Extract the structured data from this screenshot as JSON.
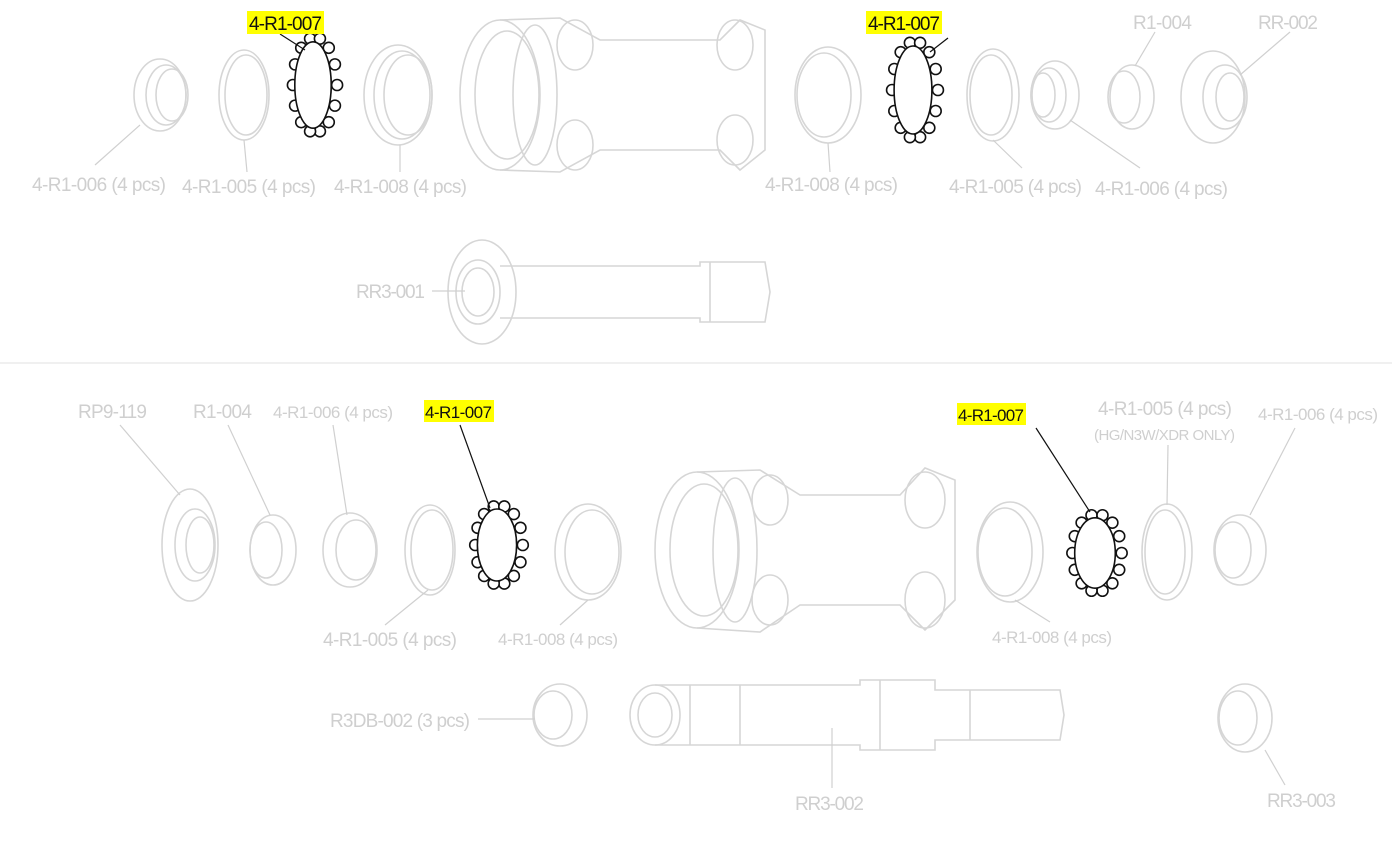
{
  "highlight_color": "#ffff00",
  "top_assembly": {
    "highlighted": [
      "4-R1-007",
      "4-R1-007"
    ],
    "labels": {
      "r1_004": "R1-004",
      "rr_002": "RR-002",
      "left_006": "4-R1-006 (4 pcs)",
      "left_005": "4-R1-005 (4 pcs)",
      "left_008": "4-R1-008 (4 pcs)",
      "right_008": "4-R1-008 (4 pcs)",
      "right_005": "4-R1-005 (4 pcs)",
      "right_006": "4-R1-006 (4 pcs)",
      "axle": "RR3-001"
    }
  },
  "bottom_assembly": {
    "highlighted": [
      "4-R1-007",
      "4-R1-007"
    ],
    "labels": {
      "rp9_119": "RP9-119",
      "r1_004": "R1-004",
      "left_006": "4-R1-006 (4 pcs)",
      "right_005": "4-R1-005 (4 pcs)",
      "right_005_note": "(HG/N3W/XDR ONLY)",
      "right_006": "4-R1-006 (4 pcs)",
      "left_005": "4-R1-005 (4 pcs)",
      "left_008": "4-R1-008 (4 pcs)",
      "right_008": "4-R1-008 (4 pcs)",
      "r3db_002": "R3DB-002 (3 pcs)",
      "axle": "RR3-002",
      "rr3_003": "RR3-003"
    }
  }
}
